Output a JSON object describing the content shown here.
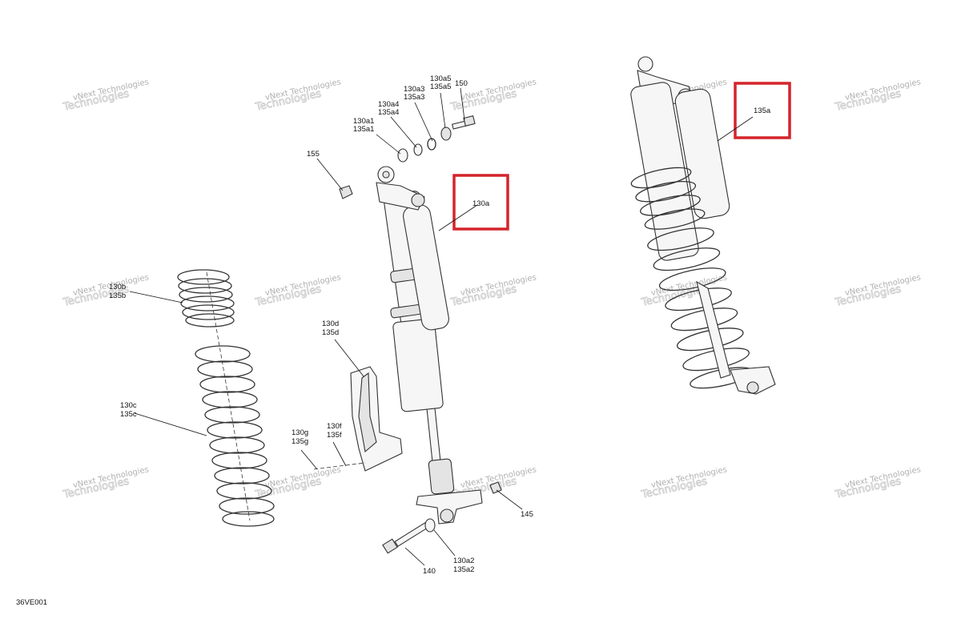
{
  "diagram": {
    "code": "36VE001",
    "watermark_line1": "vNext Technologies",
    "watermark_line2": "Technologies",
    "callouts": {
      "c130a": "130a",
      "c135a": "135a",
      "c130a1": "130a1",
      "c135a1": "135a1",
      "c130a4": "130a4",
      "c135a4": "135a4",
      "c130a3": "130a3",
      "c135a3": "135a3",
      "c130a5": "130a5",
      "c135a5": "135a5",
      "c150": "150",
      "c155": "155",
      "c130b": "130b",
      "c135b": "135b",
      "c130c": "130c",
      "c135c": "135c",
      "c130d": "130d",
      "c135d": "135d",
      "c130f": "130f",
      "c135f": "135f",
      "c130g": "130g",
      "c135g": "135g",
      "c145": "145",
      "c140": "140",
      "c130a2": "130a2",
      "c135a2": "135a2"
    },
    "highlight_color": "#d4242b"
  }
}
